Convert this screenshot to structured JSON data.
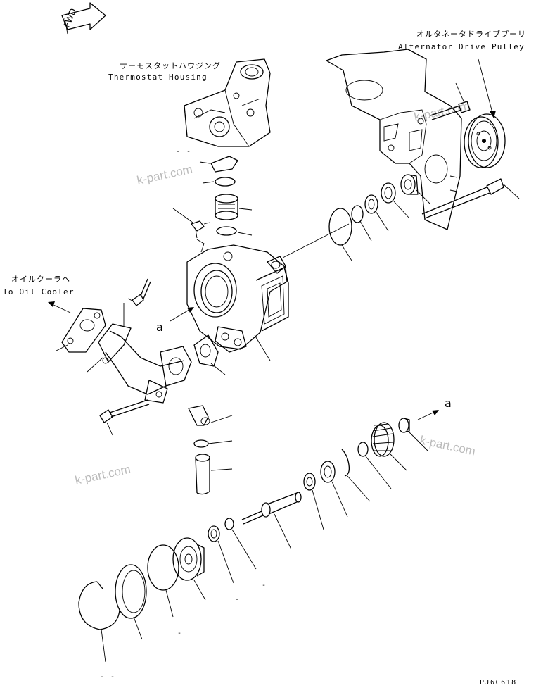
{
  "fwd_label": "FWD",
  "labels": {
    "thermostat_housing_jp": "サーモスタットハウジング",
    "thermostat_housing_en": "Thermostat Housing",
    "alternator_drive_pulley_jp": "オルタネータドライブプーリ",
    "alternator_drive_pulley_en": "Alternator Drive Pulley",
    "to_oil_cooler_jp": "オイルクーラヘ",
    "to_oil_cooler_en": "To Oil Cooler"
  },
  "view_marks": {
    "left": "a",
    "right": "a"
  },
  "watermark": "k-part.com",
  "drawing_code": "PJ6C618",
  "colors": {
    "line": "#000000",
    "watermark": "#bbbbbb",
    "background": "#ffffff"
  }
}
